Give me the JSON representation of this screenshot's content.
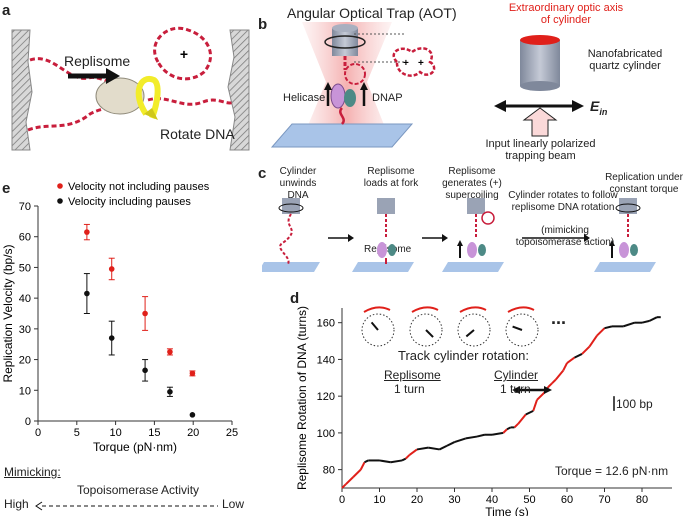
{
  "panels": {
    "a": {
      "label": "a",
      "replisome": "Replisome",
      "rotate": "Rotate DNA",
      "plus": "+"
    },
    "b": {
      "label": "b",
      "title": "Angular Optical Trap (AOT)",
      "optic_axis": "Extraordinary optic axis of cylinder",
      "cylinder": "Nanofabricated quartz cylinder",
      "ein": "E",
      "ein_sub": "in",
      "beam": "Input linearly polarized trapping beam",
      "helicase": "Helicase",
      "dnap": "DNAP",
      "plus": "+"
    },
    "c": {
      "label": "c",
      "steps": [
        "Cylinder unwinds DNA",
        "Replisome loads at fork",
        "Replisome generates (+) supercoiling",
        "Cylinder rotates to follow replisome DNA rotation",
        "Replication under constant torque"
      ],
      "mimic": "(mimicking topoisomerase action)",
      "replisome": "Replisome"
    },
    "d": {
      "label": "d",
      "track": "Track cylinder rotation:",
      "rep": "Replisome",
      "rep_turn": "1 turn",
      "cyl": "Cylinder",
      "cyl_turn": "1 turn",
      "scale": "100 bp",
      "torque": "Torque = 12.6 pN·nm",
      "ellipsis": "..."
    },
    "e": {
      "label": "e",
      "mimicking": "Mimicking:",
      "topo": "Topoisomerase Activity",
      "high": "High",
      "low": "Low"
    }
  },
  "colors": {
    "red": "#e0201a",
    "black": "#111111",
    "dna": "#c81e3c",
    "cylinder": "#9aa3b5"
  },
  "chart_data": [
    {
      "type": "scatter",
      "xlabel": "Torque (pN·nm)",
      "ylabel": "Replication Velocity (bp/s)",
      "xlim": [
        0,
        25
      ],
      "ylim": [
        0,
        70
      ],
      "xticks": [
        0,
        5,
        10,
        15,
        20,
        25
      ],
      "yticks": [
        0,
        10,
        20,
        30,
        40,
        50,
        60,
        70
      ],
      "legend_position": "top-left",
      "series": [
        {
          "name": "Velocity not including pauses",
          "color": "#e0201a",
          "x": [
            6.3,
            9.5,
            13.8,
            17.0,
            19.9
          ],
          "y": [
            61.5,
            49.5,
            35.0,
            22.5,
            15.5
          ],
          "err": [
            2.5,
            3.5,
            5.5,
            1.0,
            0.8
          ]
        },
        {
          "name": "Velocity including pauses",
          "color": "#111111",
          "x": [
            6.3,
            9.5,
            13.8,
            17.0,
            19.9
          ],
          "y": [
            41.5,
            27.0,
            16.5,
            9.5,
            2.0
          ],
          "err": [
            6.5,
            5.5,
            3.5,
            1.5,
            0
          ]
        }
      ]
    },
    {
      "type": "line",
      "xlabel": "Time (s)",
      "ylabel": "Replisome Rotation of DNA (turns)",
      "xlim": [
        0,
        88
      ],
      "ylim": [
        70,
        168
      ],
      "xticks": [
        0,
        10,
        20,
        30,
        40,
        50,
        60,
        70,
        80
      ],
      "yticks": [
        80,
        100,
        120,
        140,
        160
      ],
      "series": [
        {
          "name": "",
          "x": [
            0,
            1,
            3,
            5,
            6,
            7,
            10,
            13,
            16,
            17,
            18,
            20,
            23,
            26,
            28,
            30,
            33,
            36,
            38,
            40,
            43,
            44,
            45,
            46,
            47,
            49,
            51,
            52,
            54,
            55,
            56,
            57,
            59,
            60,
            62,
            64,
            66,
            68,
            70,
            72,
            75,
            78,
            80,
            82,
            84,
            85
          ],
          "y": [
            70,
            72,
            76,
            80,
            84,
            85,
            85,
            84,
            85,
            86,
            88,
            91,
            92,
            91,
            93,
            95,
            97,
            98,
            99,
            99,
            100,
            102,
            103,
            103,
            105,
            110,
            112,
            118,
            122,
            125,
            127,
            129,
            134,
            138,
            141,
            143,
            147,
            153,
            157,
            158,
            158,
            160,
            160,
            161,
            163,
            163
          ]
        }
      ]
    }
  ]
}
